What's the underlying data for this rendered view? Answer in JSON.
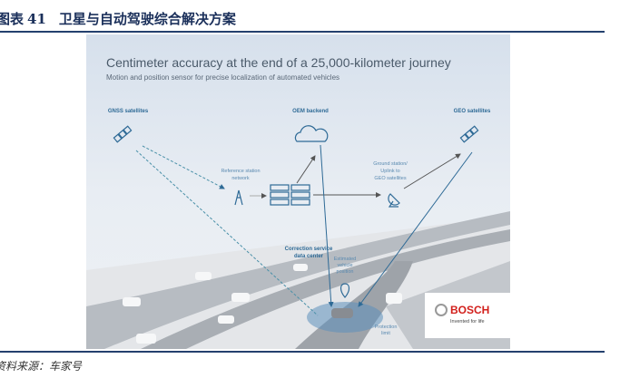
{
  "caption": {
    "label": "图表",
    "number": "41",
    "title": "卫星与自动驾驶综合解决方案"
  },
  "figure": {
    "headline": "Centimeter accuracy at the end of a 25,000-kilometer journey",
    "subheadline": "Motion and position sensor for precise localization of automated vehicles",
    "labels": {
      "gnss": "GNSS satellites",
      "oem": "OEM backend",
      "geo": "GEO satellites",
      "ref1": "Reference station",
      "ref2": "network",
      "ground1": "Ground station/",
      "ground2": "Uplink to",
      "ground3": "GEO satellites",
      "corr1": "Correction service",
      "corr2": "data center",
      "est1": "Estimated",
      "est2": "vehicle",
      "est3": "position",
      "prot1": "Protection",
      "prot2": "limit"
    },
    "logo": {
      "brand": "BOSCH",
      "tagline": "Invented for life",
      "color": "#d2201c"
    }
  },
  "source": "资料来源：车家号"
}
